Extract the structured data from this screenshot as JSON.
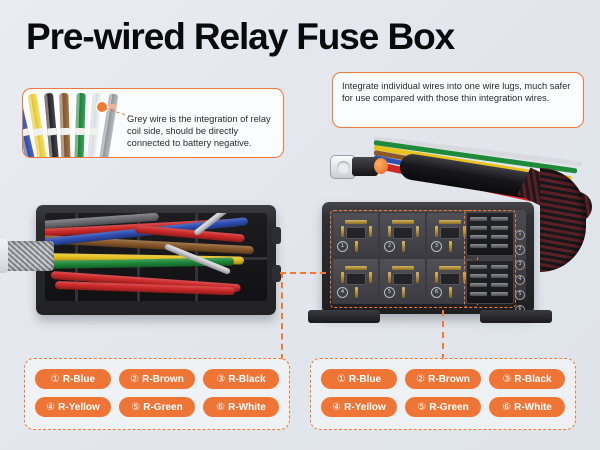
{
  "header": {
    "title": "Pre-wired Relay Fuse Box"
  },
  "callouts": {
    "left": {
      "text": "Grey wire is the integration of relay coil side, should be directly connected to battery negative.",
      "marker": "grey-wire-marker"
    },
    "right": {
      "text": "Integrate individual wires into one wire lugs, much safer for use compared with those thin integration wires."
    }
  },
  "products": {
    "left_box": {
      "name": "open-fuse-box-with-wires",
      "wire_colors": [
        "#cf2a2a",
        "#2f4fb5",
        "#8a5a2b",
        "#e8c320",
        "#1f8a3a",
        "#d8dade",
        "#1a1a1d"
      ]
    },
    "right_box": {
      "name": "relay-fuse-box-base",
      "relay_slots": [
        "1",
        "2",
        "3",
        "4",
        "5",
        "6"
      ],
      "fuse_slots": [
        "1",
        "2",
        "3",
        "4",
        "5",
        "6"
      ]
    }
  },
  "legend": {
    "left": {
      "items": [
        {
          "num": "①",
          "label": "R-Blue"
        },
        {
          "num": "②",
          "label": "R-Brown"
        },
        {
          "num": "③",
          "label": "R-Black"
        },
        {
          "num": "④",
          "label": "R-Yellow"
        },
        {
          "num": "⑤",
          "label": "R-Green"
        },
        {
          "num": "⑥",
          "label": "R-White"
        }
      ]
    },
    "right": {
      "items": [
        {
          "num": "①",
          "label": "R-Blue"
        },
        {
          "num": "②",
          "label": "R-Brown"
        },
        {
          "num": "③",
          "label": "R-Black"
        },
        {
          "num": "④",
          "label": "R-Yellow"
        },
        {
          "num": "⑤",
          "label": "R-Green"
        },
        {
          "num": "⑥",
          "label": "R-White"
        }
      ]
    }
  },
  "colors": {
    "accent_orange": "#ef7537",
    "background": "#e4e8ee",
    "title": "#0b0b0d"
  }
}
